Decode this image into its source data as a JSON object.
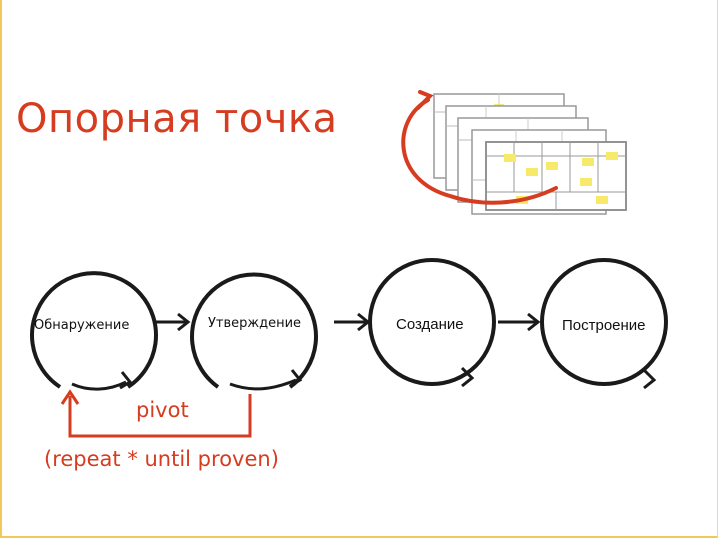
{
  "title": "Опорная точка",
  "stages": [
    {
      "label": "Обнаружение"
    },
    {
      "label": "Утверждение"
    },
    {
      "label": "Создание"
    },
    {
      "label": "Построение"
    }
  ],
  "pivot_label": "pivot",
  "repeat_label": "(repeat * until proven)",
  "colors": {
    "accent": "#d63c1f",
    "ink": "#1a1a1a",
    "note": "#f7ea6b",
    "frame": "#f2c85a"
  }
}
